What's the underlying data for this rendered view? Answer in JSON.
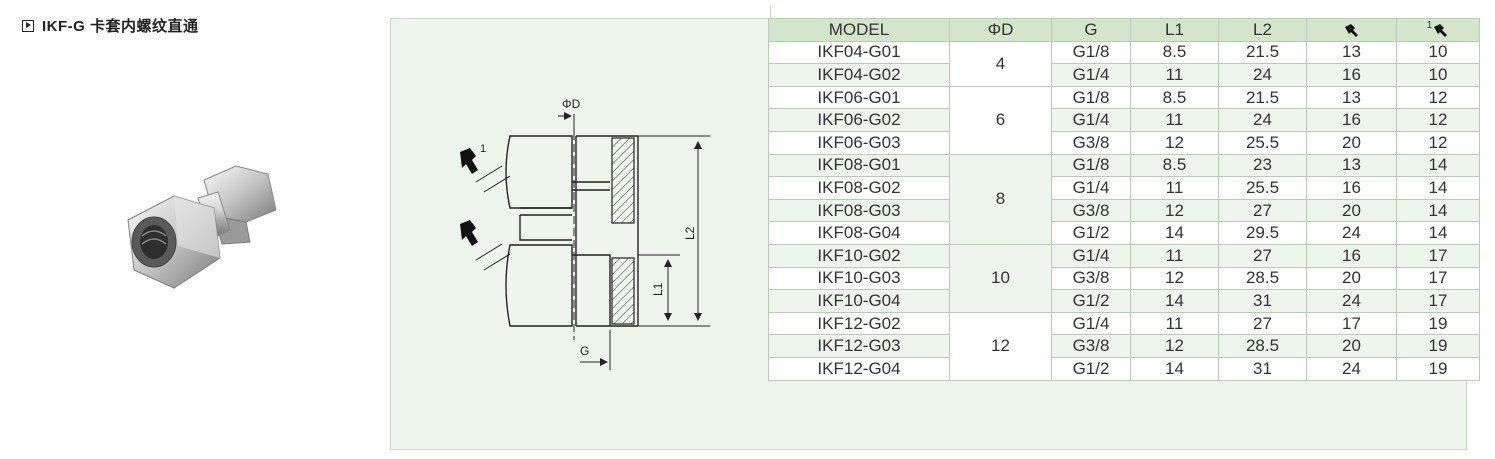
{
  "title": "IKF-G 卡套内螺纹直通",
  "drawing": {
    "label_d": "ΦD",
    "label_g": "G",
    "label_l1": "L1",
    "label_l2": "L2",
    "label_1": "1"
  },
  "table": {
    "headers": [
      "MODEL",
      "ΦD",
      "G",
      "L1",
      "L2"
    ],
    "header_sup": "1",
    "rows": [
      [
        "IKF04-G01",
        "G1/8",
        "8.5",
        "21.5",
        "13",
        "10"
      ],
      [
        "IKF04-G02",
        "G1/4",
        "11",
        "24",
        "16",
        "10"
      ],
      [
        "IKF06-G01",
        "G1/8",
        "8.5",
        "21.5",
        "13",
        "12"
      ],
      [
        "IKF06-G02",
        "G1/4",
        "11",
        "24",
        "16",
        "12"
      ],
      [
        "IKF06-G03",
        "G3/8",
        "12",
        "25.5",
        "20",
        "12"
      ],
      [
        "IKF08-G01",
        "G1/8",
        "8.5",
        "23",
        "13",
        "14"
      ],
      [
        "IKF08-G02",
        "G1/4",
        "11",
        "25.5",
        "16",
        "14"
      ],
      [
        "IKF08-G03",
        "G3/8",
        "12",
        "27",
        "20",
        "14"
      ],
      [
        "IKF08-G04",
        "G1/2",
        "14",
        "29.5",
        "24",
        "14"
      ],
      [
        "IKF10-G02",
        "G1/4",
        "11",
        "27",
        "16",
        "17"
      ],
      [
        "IKF10-G03",
        "G3/8",
        "12",
        "28.5",
        "20",
        "17"
      ],
      [
        "IKF10-G04",
        "G1/2",
        "14",
        "31",
        "24",
        "17"
      ],
      [
        "IKF12-G02",
        "G1/4",
        "11",
        "27",
        "17",
        "19"
      ],
      [
        "IKF12-G03",
        "G3/8",
        "12",
        "28.5",
        "20",
        "19"
      ],
      [
        "IKF12-G04",
        "G1/2",
        "14",
        "31",
        "24",
        "19"
      ]
    ],
    "d_groups": [
      {
        "value": "4",
        "span": 2
      },
      {
        "value": "6",
        "span": 3
      },
      {
        "value": "8",
        "span": 4
      },
      {
        "value": "10",
        "span": 3
      },
      {
        "value": "12",
        "span": 3
      }
    ]
  }
}
